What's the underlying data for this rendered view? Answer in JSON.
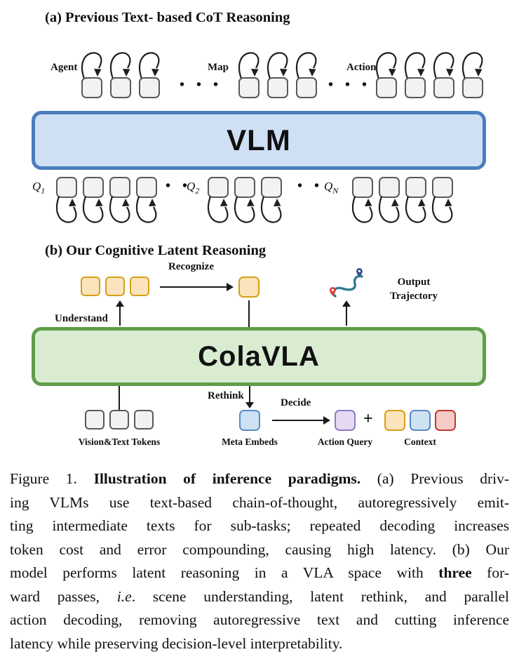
{
  "panel_a": {
    "title": "(a) Previous Text- based CoT Reasoning",
    "model_label": "VLM",
    "top_groups": [
      {
        "label": "Agent",
        "tokens": 3
      },
      {
        "label": "Map",
        "tokens": 3
      },
      {
        "label": "Action",
        "tokens": 4
      }
    ],
    "top_dots": "• • •",
    "bottom_groups": [
      {
        "label_base": "Q",
        "label_sub": "1",
        "tokens": 4
      },
      {
        "label_base": "Q",
        "label_sub": "2",
        "tokens": 3
      },
      {
        "label_base": "Q",
        "label_sub": "N",
        "tokens": 4
      }
    ],
    "bottom_dots": "• •"
  },
  "panel_b": {
    "title": "(b) Our Cognitive Latent Reasoning",
    "model_label": "ColaVLA",
    "latent_tokens": 3,
    "vision_tokens": 3,
    "labels": {
      "understand": "Understand",
      "recognize": "Recognize",
      "rethink": "Rethink",
      "decide": "Decide",
      "output_trajectory_line1": "Output",
      "output_trajectory_line2": "Trajectory",
      "vision_text_tokens": "Vision&Text Tokens",
      "meta_embeds": "Meta Embeds",
      "action_query": "Action Query",
      "context": "Context",
      "plus": "+"
    }
  },
  "colors": {
    "vlm_fill": "#cfe0f5",
    "vlm_border": "#4a7ebd",
    "colavla_fill": "#d9ecd2",
    "colavla_border": "#5f9e49",
    "token_gray_fill": "#f2f2f2",
    "token_gray_border": "#58595b",
    "token_orange_fill": "#fbe4bb",
    "token_orange_border": "#d4a017",
    "token_blue_fill": "#cfe2f3",
    "token_blue_border": "#5b8ac5",
    "token_purple_fill": "#e6d9f2",
    "token_purple_border": "#8e7cc3",
    "token_red_fill": "#f5cbc7",
    "token_red_border": "#c0392b"
  },
  "caption": {
    "lines": [
      [
        {
          "t": "Figure 1. "
        },
        {
          "t": "Illustration of inference paradigms.",
          "b": true
        },
        {
          "t": " (a) Previous driv-"
        }
      ],
      [
        {
          "t": "ing VLMs use text-based chain-of-thought, autoregressively emit-"
        }
      ],
      [
        {
          "t": "ting intermediate texts for sub-tasks; repeated decoding increases"
        }
      ],
      [
        {
          "t": "token cost and error compounding, causing high latency. (b) Our"
        }
      ],
      [
        {
          "t": "model performs latent reasoning in a VLA space with "
        },
        {
          "t": "three",
          "b": true
        },
        {
          "t": " for-"
        }
      ],
      [
        {
          "t": "ward passes, "
        },
        {
          "t": "i.e",
          "i": true
        },
        {
          "t": ". scene understanding, latent rethink, and parallel"
        }
      ],
      [
        {
          "t": "action decoding, removing autoregressive text and cutting inference"
        }
      ],
      [
        {
          "t": "latency while preserving decision-level interpretability."
        }
      ]
    ]
  }
}
